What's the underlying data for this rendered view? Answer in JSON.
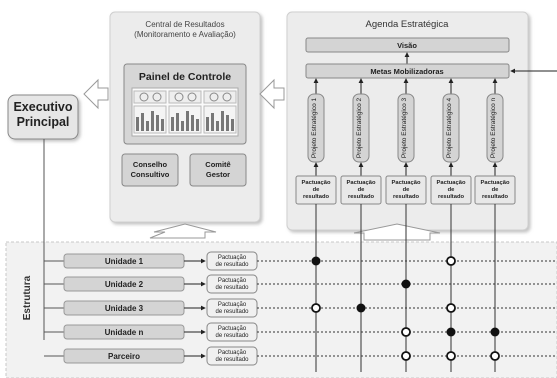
{
  "executivo": "Executivo\nPrincipal",
  "central": {
    "title": "Central de Resultados\n(Monitoramento e Avaliação)",
    "painel": "Painel de Controle",
    "conselho": "Conselho\nConsultivo",
    "comite": "Comitê\nGestor"
  },
  "agenda": {
    "title": "Agenda Estratégica",
    "visao": "Visão",
    "metas": "Metas Mobilizadoras",
    "projects": [
      "Projeto Estratégico 1",
      "Projeto Estratégico 2",
      "Projeto Estratégico 3",
      "Projeto Estratégico 4",
      "Projeto Estratégico n"
    ],
    "pactuacao": "Pactuação\nde\nresultado"
  },
  "estrutura": {
    "label": "Estrutura",
    "units": [
      "Unidade 1",
      "Unidade 2",
      "Unidade 3",
      "Unidade n",
      "Parceiro"
    ],
    "pactuacao": "Pactuação\nde resultado"
  },
  "matrix": [
    [
      "filled",
      null,
      null,
      "open",
      null
    ],
    [
      null,
      null,
      "filled",
      null,
      null
    ],
    [
      "open",
      "filled",
      null,
      "open",
      null
    ],
    [
      null,
      null,
      "open",
      "filled",
      "filled"
    ],
    [
      null,
      null,
      "open",
      "open",
      "open"
    ]
  ],
  "colors": {
    "panel_bg": "#ececec",
    "box_fill": "#d4d4d4",
    "box_stroke": "#8a8a8a",
    "text": "#333333",
    "arrow": "#bdbdbd",
    "dot": "#111111"
  }
}
